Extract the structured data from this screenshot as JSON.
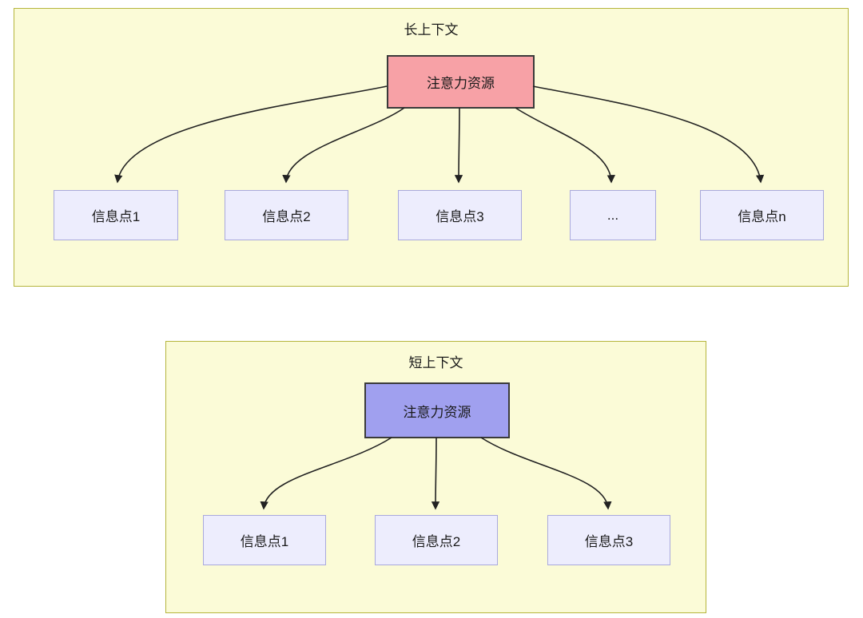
{
  "diagrams": {
    "long_context": {
      "title": "长上下文",
      "source": {
        "label": "注意力资源",
        "fill": "#f7a1a6"
      },
      "targets": [
        {
          "label": "信息点1"
        },
        {
          "label": "信息点2"
        },
        {
          "label": "信息点3"
        },
        {
          "label": "..."
        },
        {
          "label": "信息点n"
        }
      ],
      "edges": [
        {
          "from": "注意力资源",
          "to": "信息点1"
        },
        {
          "from": "注意力资源",
          "to": "信息点2"
        },
        {
          "from": "注意力资源",
          "to": "信息点3"
        },
        {
          "from": "注意力资源",
          "to": "..."
        },
        {
          "from": "注意力资源",
          "to": "信息点n"
        }
      ]
    },
    "short_context": {
      "title": "短上下文",
      "source": {
        "label": "注意力资源",
        "fill": "#a0a0ef"
      },
      "targets": [
        {
          "label": "信息点1"
        },
        {
          "label": "信息点2"
        },
        {
          "label": "信息点3"
        }
      ],
      "edges": [
        {
          "from": "注意力资源",
          "to": "信息点1"
        },
        {
          "from": "注意力资源",
          "to": "信息点2"
        },
        {
          "from": "注意力资源",
          "to": "信息点3"
        }
      ]
    }
  },
  "colors": {
    "container_fill": "#fbfbd7",
    "container_border": "#b5b53c",
    "target_fill": "#ededfd",
    "target_border": "#a9a9dd",
    "long_source_fill": "#f7a1a6",
    "short_source_fill": "#a0a0ef",
    "arrow": "#222222",
    "text": "#1a1a1a"
  }
}
